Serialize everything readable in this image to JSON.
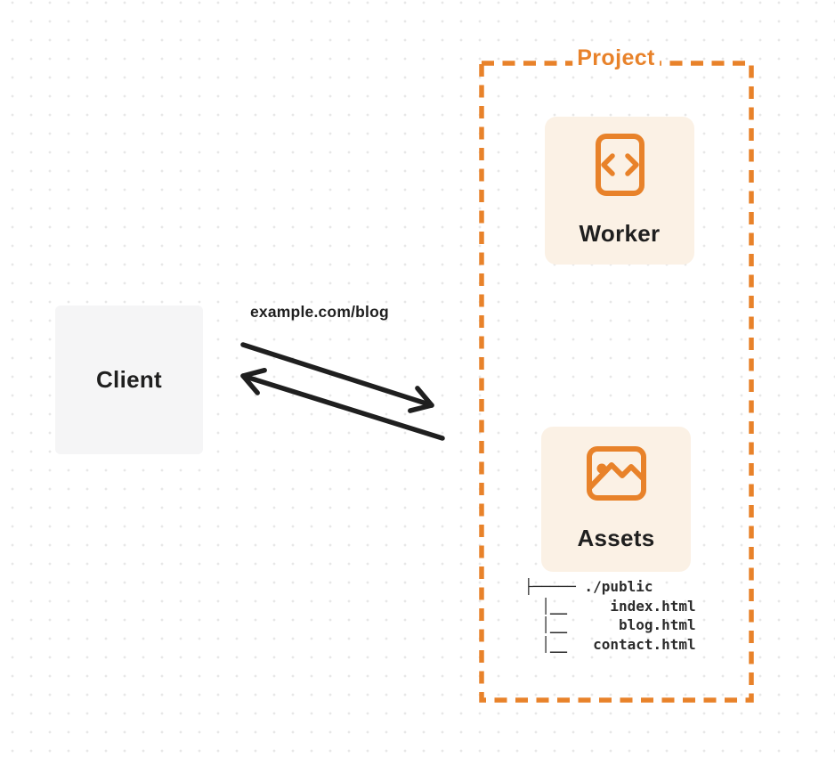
{
  "diagram": {
    "project": {
      "title": "Project"
    },
    "client": {
      "label": "Client"
    },
    "request": {
      "label": "example.com/blog"
    },
    "worker": {
      "label": "Worker",
      "icon": "code-file-icon"
    },
    "assets": {
      "label": "Assets",
      "icon": "image-icon",
      "file_tree": "├───── ./public\n  │__     index.html\n  │__      blog.html\n  │__   contact.html"
    },
    "colors": {
      "accent": "#E8822A",
      "card_bg": "#FBF1E5",
      "client_bg": "#F5F5F6",
      "ink": "#1F1F1F",
      "tree_ink": "#2B2B2B",
      "dot": "#E7E7E7",
      "page_bg": "#FFFFFF"
    }
  }
}
